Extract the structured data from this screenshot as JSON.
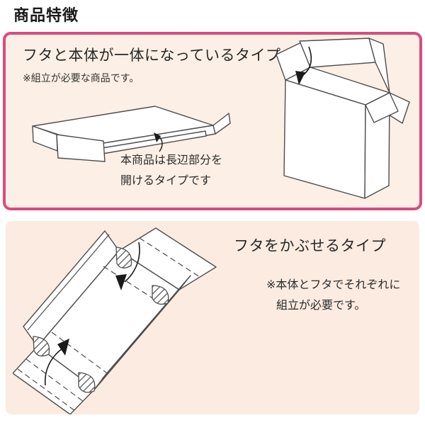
{
  "page": {
    "title": "商品特徴"
  },
  "colors": {
    "accent_pink": "#d94b80",
    "panel_top_bg": "#fcefe5",
    "panel_bottom_bg": "#fbebe1",
    "diagram_line": "#4d4d4d",
    "text": "#222222"
  },
  "integrated_type": {
    "heading": "フタと本体が一体になっているタイプ",
    "note": "※組立が必要な商品です。",
    "caption_line1": "本商品は長辺部分を",
    "caption_line2": "開けるタイプです",
    "icons": {
      "flat_box": "flat-box-long-edge-open-diagram",
      "upright_box": "upright-box-open-flaps-diagram"
    }
  },
  "cover_type": {
    "heading": "フタをかぶせるタイプ",
    "note_line1": "※本体とフタでそれぞれに",
    "note_line2": "組立が必要です。",
    "icons": {
      "tray_blank": "unfolded-tray-blank-diagram"
    }
  }
}
